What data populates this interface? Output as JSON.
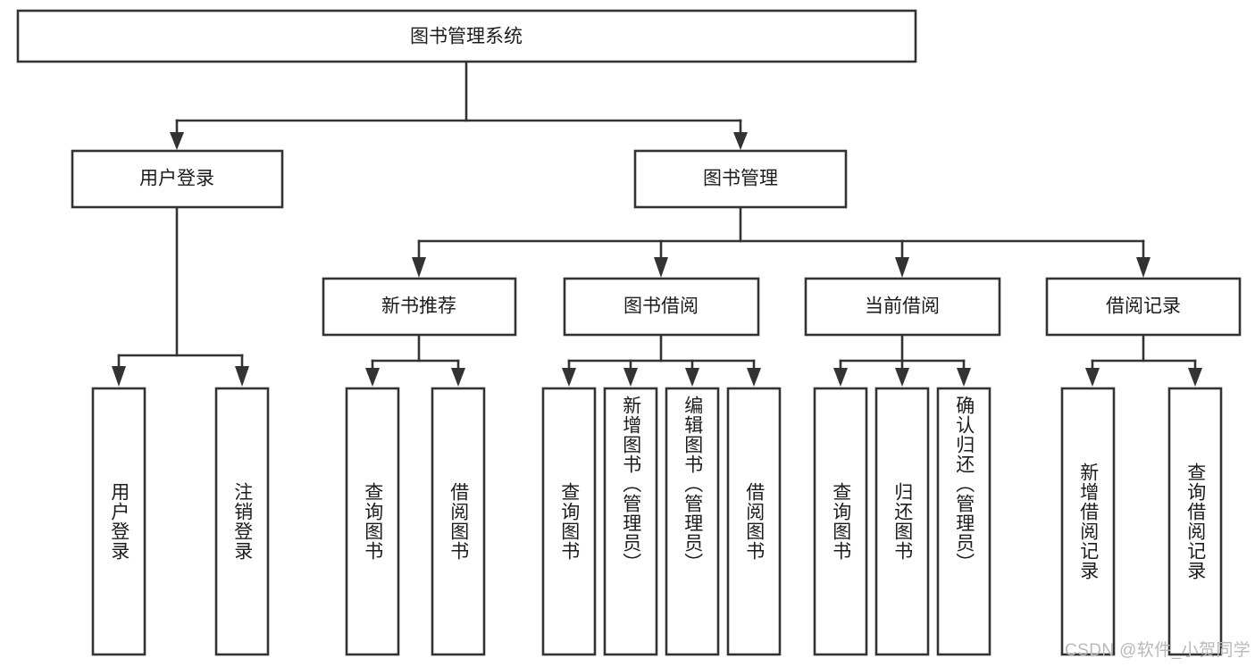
{
  "diagram": {
    "type": "tree-hierarchy",
    "title_node": "图书管理系统",
    "watermark": "CSDN @软件_小贺同学",
    "colors": {
      "box_stroke": "#333333",
      "box_fill": "#ffffff",
      "text": "#1c1c1c",
      "watermark": "#b9b9b9",
      "background": "#ffffff"
    },
    "nodes": {
      "root": {
        "label": "图书管理系统",
        "level": 1,
        "orientation": "horizontal"
      },
      "l2_0": {
        "label": "用户登录",
        "level": 2,
        "orientation": "horizontal"
      },
      "l2_1": {
        "label": "图书管理",
        "level": 2,
        "orientation": "horizontal"
      },
      "l3_0": {
        "label": "新书推荐",
        "level": 3,
        "orientation": "horizontal"
      },
      "l3_1": {
        "label": "图书借阅",
        "level": 3,
        "orientation": "horizontal"
      },
      "l3_2": {
        "label": "当前借阅",
        "level": 3,
        "orientation": "horizontal"
      },
      "l3_3": {
        "label": "借阅记录",
        "level": 3,
        "orientation": "horizontal"
      },
      "leaf_0": {
        "label": "用户登录",
        "level": 4,
        "orientation": "vertical"
      },
      "leaf_1": {
        "label": "注销登录",
        "level": 4,
        "orientation": "vertical"
      },
      "leaf_2": {
        "label": "查询图书",
        "level": 4,
        "orientation": "vertical"
      },
      "leaf_3": {
        "label": "借阅图书",
        "level": 4,
        "orientation": "vertical"
      },
      "leaf_4": {
        "label": "查询图书",
        "level": 4,
        "orientation": "vertical"
      },
      "leaf_5": {
        "label": "新增图书（管理员）",
        "level": 4,
        "orientation": "vertical"
      },
      "leaf_6": {
        "label": "编辑图书（管理员）",
        "level": 4,
        "orientation": "vertical"
      },
      "leaf_7": {
        "label": "借阅图书",
        "level": 4,
        "orientation": "vertical"
      },
      "leaf_8": {
        "label": "查询图书",
        "level": 4,
        "orientation": "vertical"
      },
      "leaf_9": {
        "label": "归还图书",
        "level": 4,
        "orientation": "vertical"
      },
      "leaf_10": {
        "label": "确认归还（管理员）",
        "level": 4,
        "orientation": "vertical"
      },
      "leaf_11": {
        "label": "新增借阅记录",
        "level": 4,
        "orientation": "vertical"
      },
      "leaf_12": {
        "label": "查询借阅记录",
        "level": 4,
        "orientation": "vertical"
      }
    },
    "edges": [
      {
        "from": "root",
        "to": "l2_0"
      },
      {
        "from": "root",
        "to": "l2_1"
      },
      {
        "from": "l2_0",
        "to": "leaf_0"
      },
      {
        "from": "l2_0",
        "to": "leaf_1"
      },
      {
        "from": "l2_1",
        "to": "l3_0"
      },
      {
        "from": "l2_1",
        "to": "l3_1"
      },
      {
        "from": "l2_1",
        "to": "l3_2"
      },
      {
        "from": "l2_1",
        "to": "l3_3"
      },
      {
        "from": "l3_0",
        "to": "leaf_2"
      },
      {
        "from": "l3_0",
        "to": "leaf_3"
      },
      {
        "from": "l3_1",
        "to": "leaf_4"
      },
      {
        "from": "l3_1",
        "to": "leaf_5"
      },
      {
        "from": "l3_1",
        "to": "leaf_6"
      },
      {
        "from": "l3_1",
        "to": "leaf_7"
      },
      {
        "from": "l3_2",
        "to": "leaf_8"
      },
      {
        "from": "l3_2",
        "to": "leaf_9"
      },
      {
        "from": "l3_2",
        "to": "leaf_10"
      },
      {
        "from": "l3_3",
        "to": "leaf_11"
      },
      {
        "from": "l3_3",
        "to": "leaf_12"
      }
    ]
  }
}
